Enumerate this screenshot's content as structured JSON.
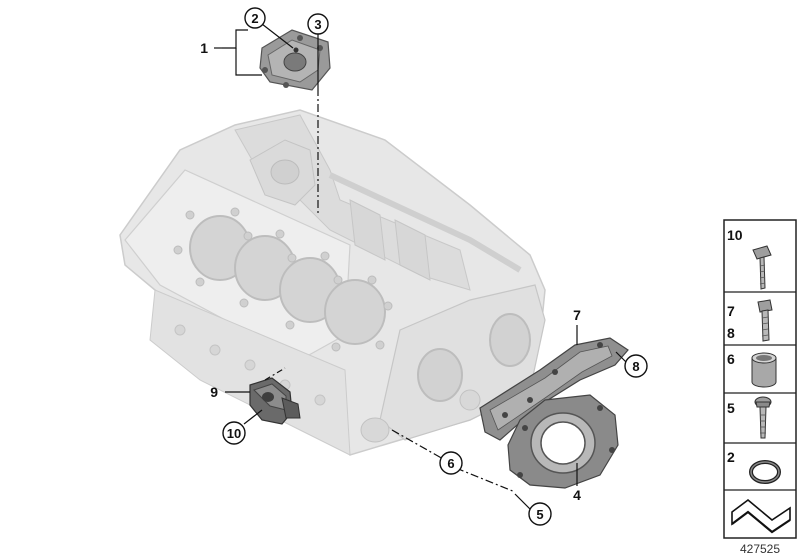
{
  "callouts": {
    "c1": "1",
    "c2": "2",
    "c3": "3",
    "c4": "4",
    "c5": "5",
    "c6": "6",
    "c7": "7",
    "c8": "8",
    "c9": "9",
    "c10": "10"
  },
  "legend": {
    "items": [
      {
        "labels": [
          "10"
        ],
        "icon": "bolt-icon"
      },
      {
        "labels": [
          "7",
          "8"
        ],
        "icon": "stud-bolt-icon"
      },
      {
        "labels": [
          "6"
        ],
        "icon": "dowel-sleeve-icon"
      },
      {
        "labels": [
          "5"
        ],
        "icon": "screw-icon"
      },
      {
        "labels": [
          "2"
        ],
        "icon": "o-ring-icon"
      },
      {
        "labels": [],
        "icon": "seal-profile-icon"
      }
    ]
  },
  "diagram_id": "427525",
  "colors": {
    "block": "#e6e6e6",
    "block_edge": "#c8c8c8",
    "parts": "#8c8c8c",
    "parts_dark": "#555555",
    "line": "#111111"
  }
}
